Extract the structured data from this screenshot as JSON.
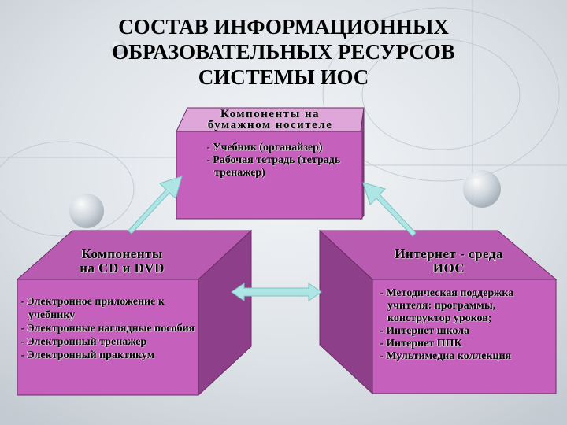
{
  "title": {
    "line1": "СОСТАВ ИНФОРМАЦИОННЫХ",
    "line2": "ОБРАЗОВАТЕЛЬНЫХ РЕСУРСОВ",
    "line3": "СИСТЕМЫ ИОС"
  },
  "boxes": {
    "paper": {
      "head": [
        "Компоненты на",
        "бумажном носителе"
      ],
      "items": [
        "Учебник (органайзер)",
        "Рабочая тетрадь (тетрадь тренажер)"
      ]
    },
    "cd": {
      "head": [
        "Компоненты",
        "на CD и DVD"
      ],
      "items": [
        "Электронное приложение к учебнику",
        "Электронные наглядные пособия",
        "Электронный тренажер",
        "Электронный практикум"
      ]
    },
    "internet": {
      "head": [
        "Интернет - среда",
        "ИОС"
      ],
      "items": [
        "Методическая поддержка учителя: программы, конструктор уроков;",
        "Интернет школа",
        "Интернет ППК",
        "Мультимедиа коллекция"
      ]
    }
  },
  "colors": {
    "box_front": "#c660bd",
    "box_side": "#8e3f8a",
    "box_top": "#dfa7d9",
    "arrow": "#aee6e6",
    "background": "#d9dee3"
  }
}
